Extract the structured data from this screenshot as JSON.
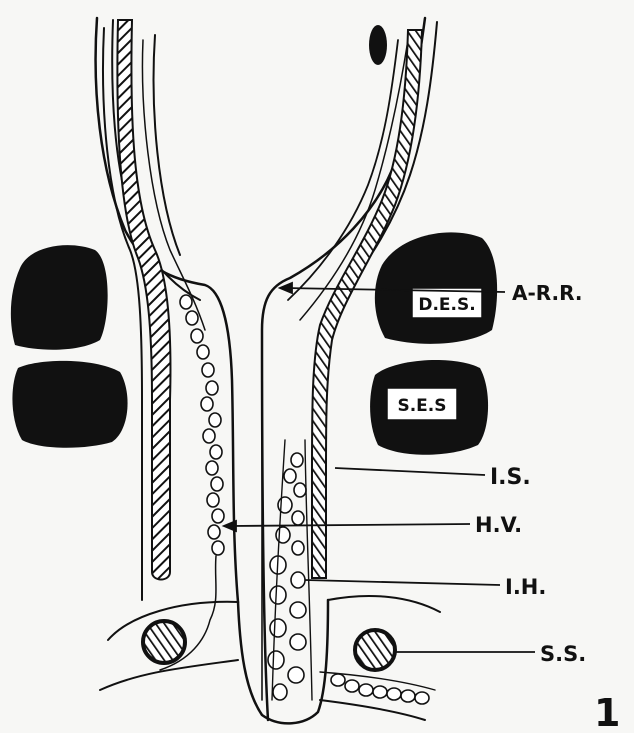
{
  "diagram": {
    "labels": {
      "arr": "A-R.R.",
      "is": "I.S.",
      "hv": "H.V.",
      "ih": "I.H.",
      "ss": "S.S."
    },
    "boxes": {
      "des": "D.E.S.",
      "ses": "S.E.S"
    },
    "figure_number": "1"
  }
}
